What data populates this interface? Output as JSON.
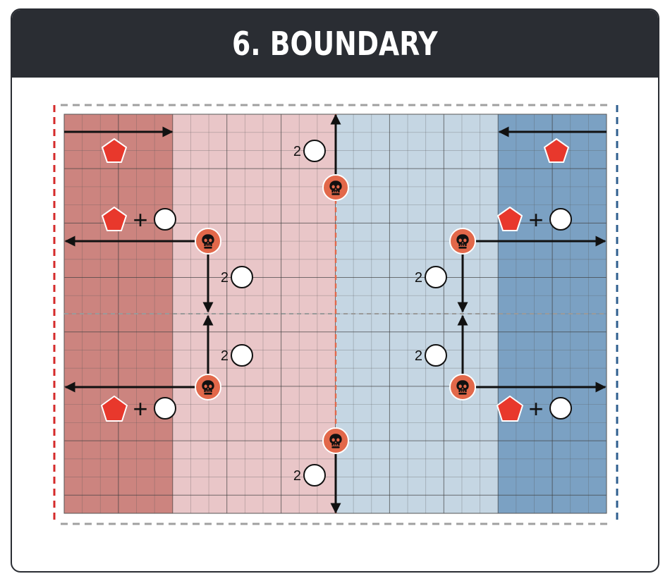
{
  "header": {
    "title": "6. BOUNDARY"
  },
  "colors": {
    "header_bg": "#2a2d33",
    "red_deep": "#cc847f",
    "red_light": "#e9c6c8",
    "blue_light": "#c5d6e3",
    "blue_deep": "#7ba1c3",
    "red_border": "#d42a2a",
    "blue_border": "#2f5f8f",
    "grey_border": "#a0a0a0",
    "center_dash": "#e2684a",
    "objective_red": "#e8382c",
    "skull_bg": "#e2684a"
  },
  "icons": {
    "objective": "pentagon-objective-icon",
    "skull": "skull-icon",
    "token": "circle-token-icon"
  },
  "map": {
    "deployment_left": "red-deployment-zone",
    "deployment_right": "blue-deployment-zone",
    "token_count_label": "2",
    "plus_label": "+"
  }
}
